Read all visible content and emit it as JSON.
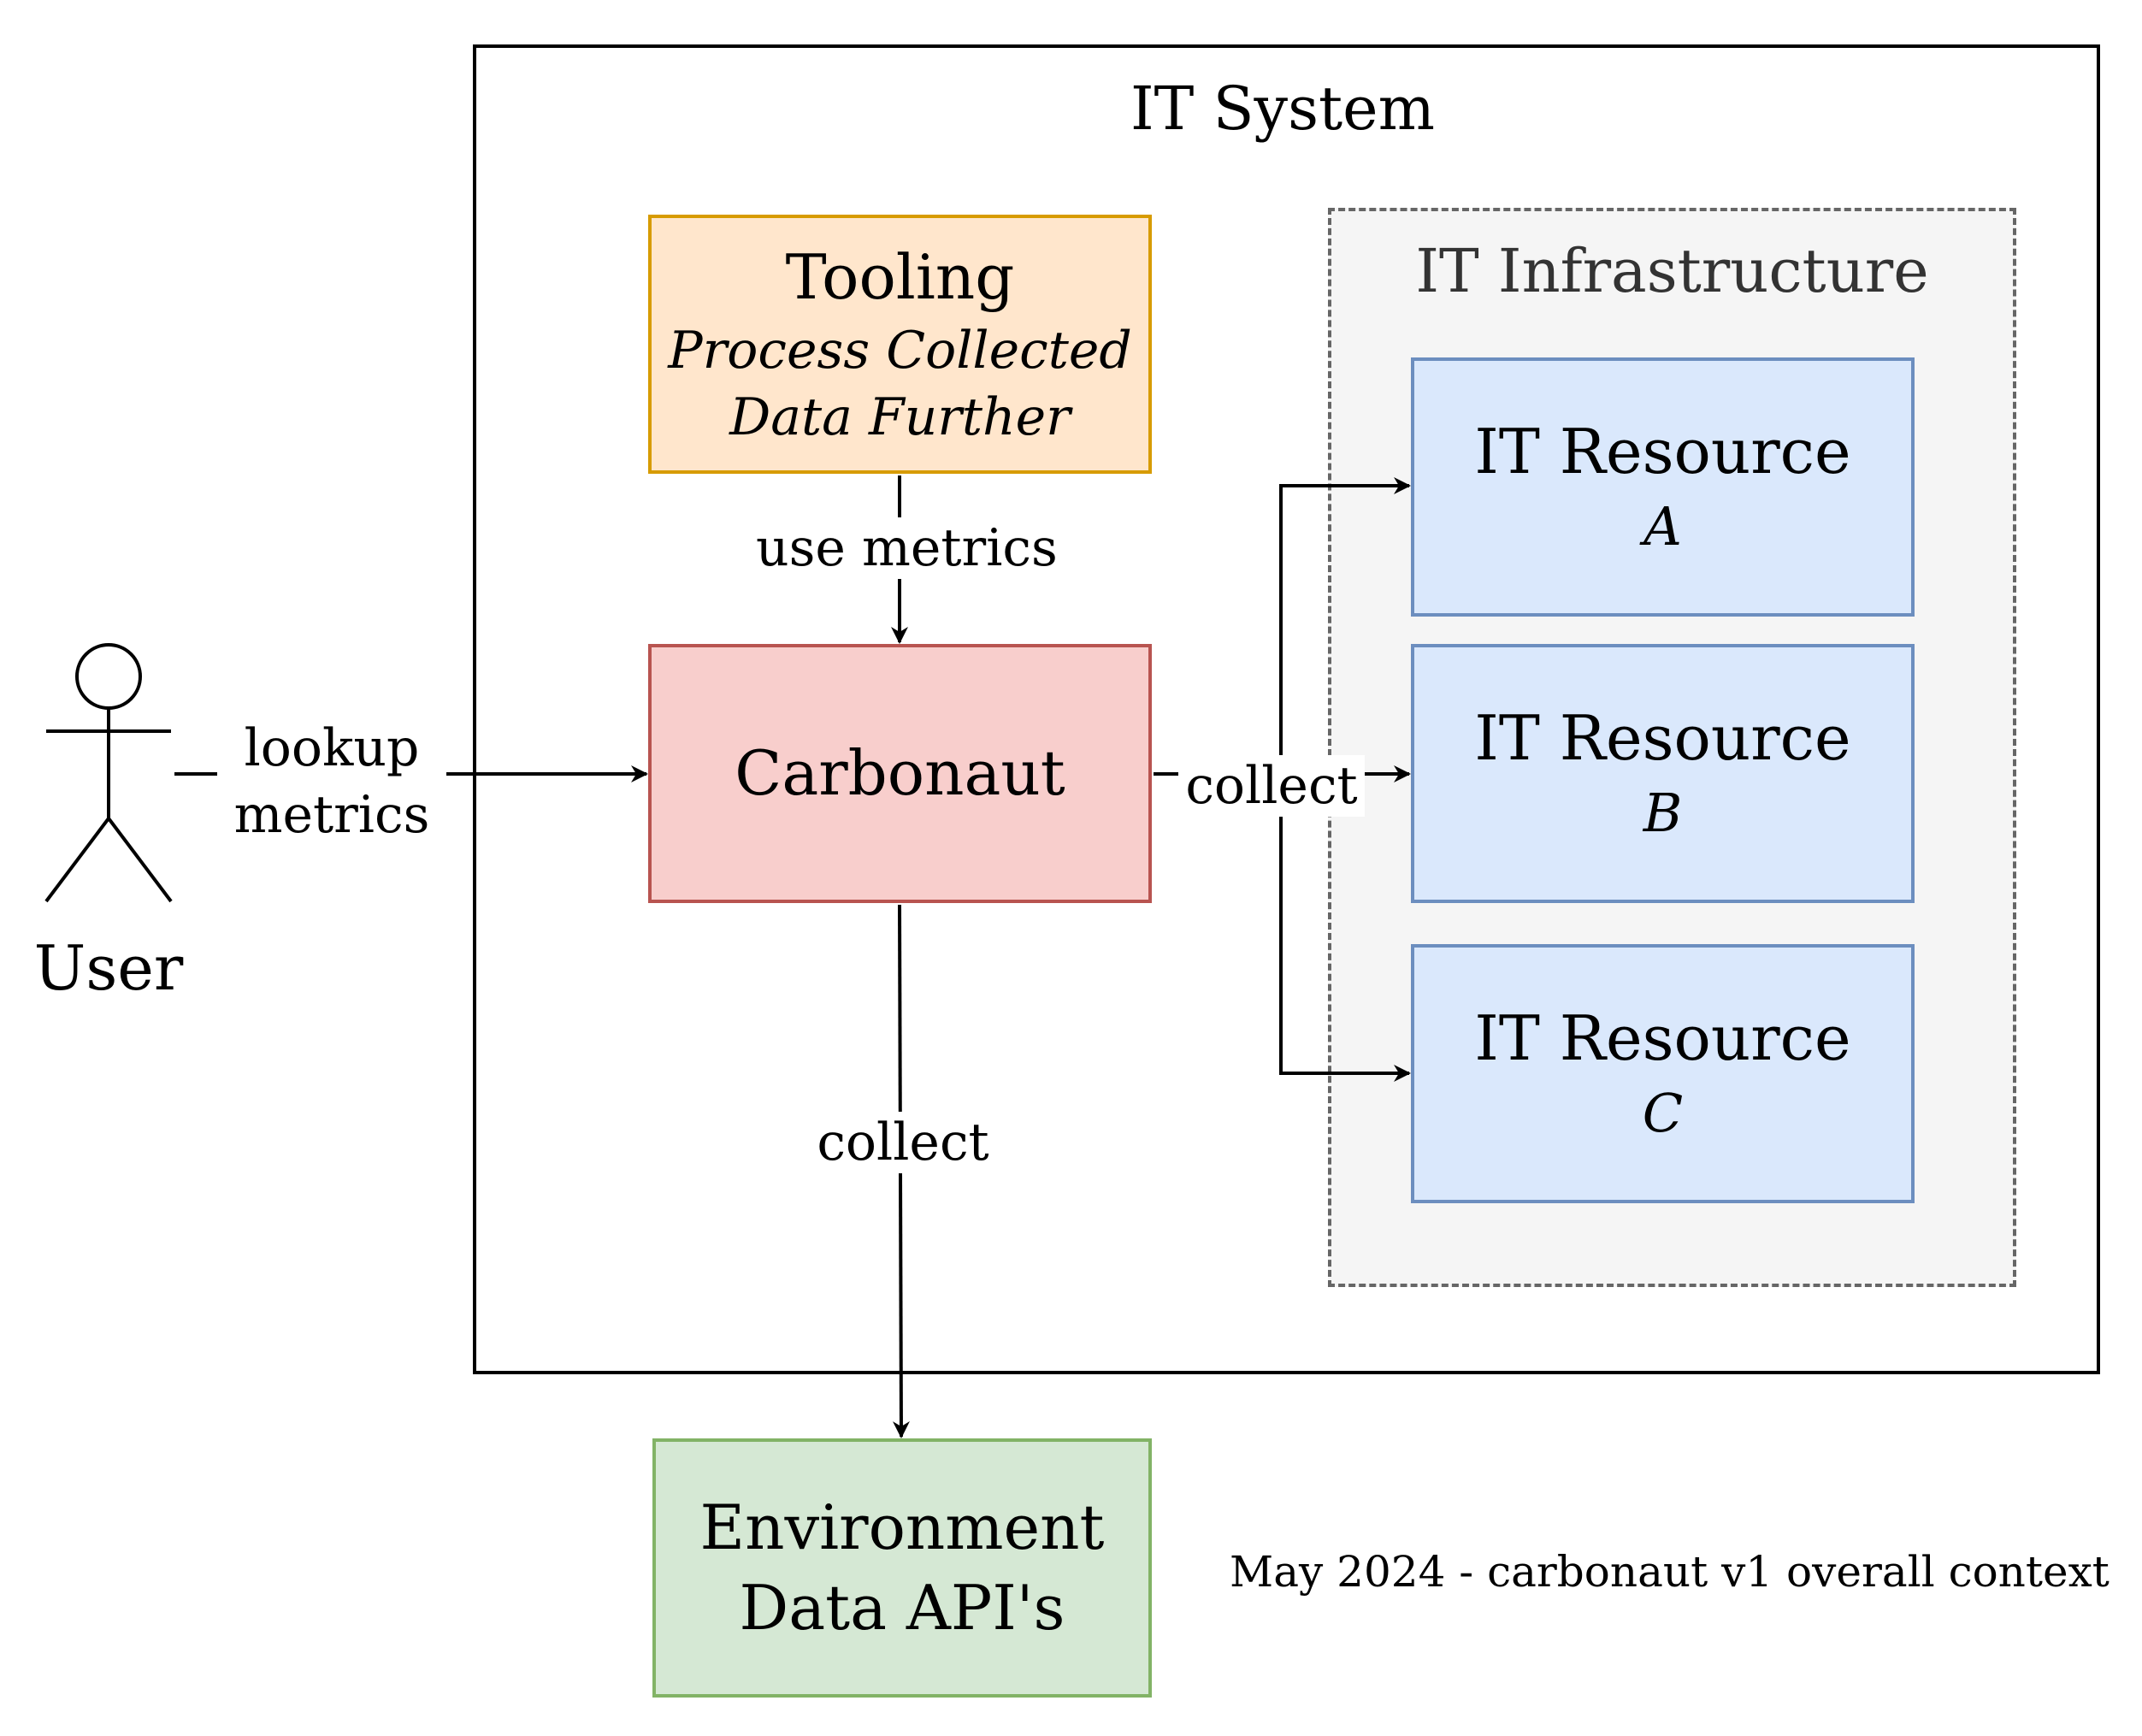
{
  "user": {
    "label": "User"
  },
  "it_system": {
    "title": "IT System"
  },
  "tooling": {
    "title": "Tooling",
    "line1": "Process Collected",
    "line2": "Data Further"
  },
  "carbonaut": {
    "title": "Carbonaut"
  },
  "it_infrastructure": {
    "title": "IT Infrastructure"
  },
  "resources": [
    {
      "title": "IT Resource",
      "id": "A"
    },
    {
      "title": "IT Resource",
      "id": "B"
    },
    {
      "title": "IT Resource",
      "id": "C"
    }
  ],
  "environment_api": {
    "line1": "Environment",
    "line2": "Data API's"
  },
  "edges": {
    "lookup_line1": "lookup",
    "lookup_line2": "metrics",
    "use_metrics": "use metrics",
    "collect_resources": "collect",
    "collect_env": "collect"
  },
  "footer_note": "May 2024 - carbonaut v1 overall context",
  "colors": {
    "tooling_fill": "#ffe6cc",
    "tooling_stroke": "#d79b00",
    "carbonaut_fill": "#f8cecc",
    "carbonaut_stroke": "#b85450",
    "resource_fill": "#dae8fc",
    "resource_stroke": "#6c8ebf",
    "infra_fill": "#f5f5f5",
    "infra_stroke": "#666666",
    "env_fill": "#d5e8d4",
    "env_stroke": "#82b366"
  }
}
